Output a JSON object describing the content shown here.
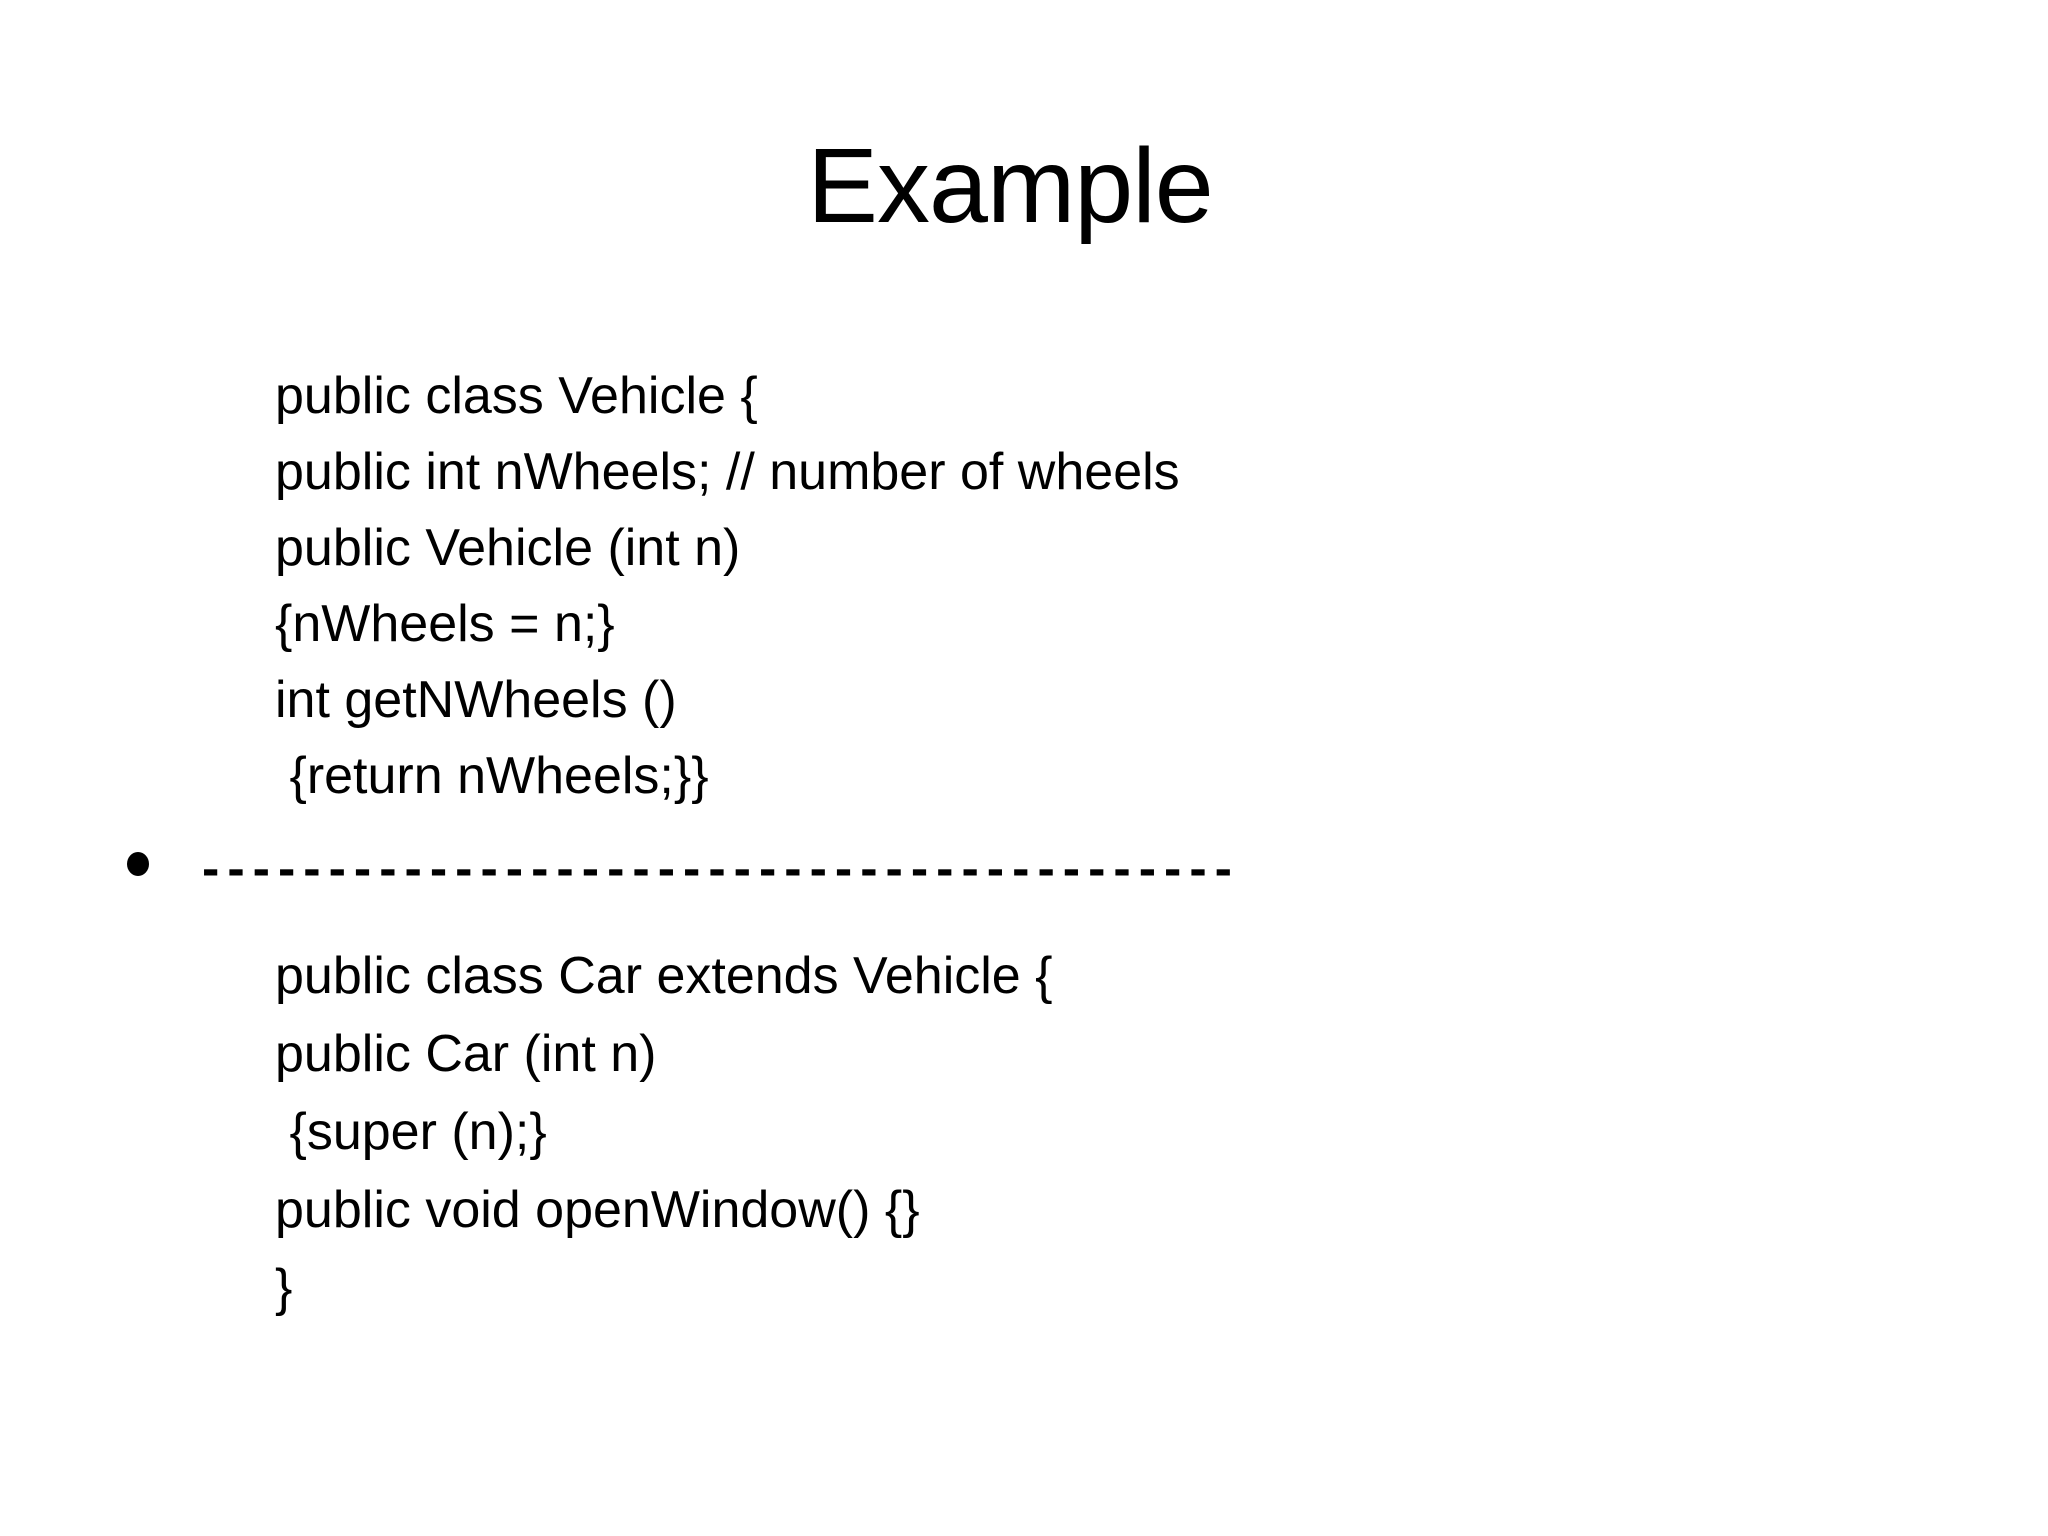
{
  "slide": {
    "title": "Example",
    "code_block_1": {
      "lines": [
        "public class Vehicle {",
        "public int nWheels; // number of wheels",
        "public Vehicle (int n)",
        "{nWheels = n;}",
        "int getNWheels ()",
        " {return nWheels;}}"
      ]
    },
    "separator": {
      "dashes": "-----------------------------------------"
    },
    "code_block_2": {
      "lines": [
        "public class Car extends Vehicle {",
        "public Car (int n)",
        " {super (n);}",
        "public void openWindow() {}",
        "}"
      ]
    },
    "colors": {
      "text": "#000000",
      "background": "#ffffff"
    }
  }
}
